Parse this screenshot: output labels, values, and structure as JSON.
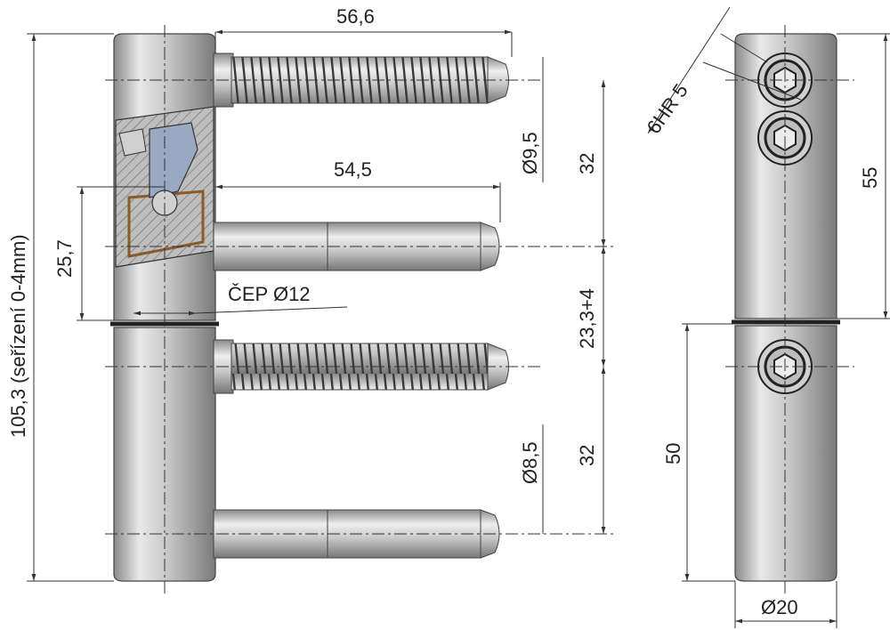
{
  "dimensions": {
    "top_pin_length": "56,6",
    "second_pin_length": "54,5",
    "pin_diameter_upper": "Ø9,5",
    "pin_spacing_upper": "32",
    "gap": "23,3+4",
    "pin_diameter_lower": "Ø8,5",
    "pin_spacing_lower": "32",
    "total_height": "105,3 (seřízení 0-4mm)",
    "offset_height": "25,7",
    "cep_label": "ČEP Ø12",
    "hex_size": "6HR 5",
    "upper_body_height": "55",
    "lower_body_height": "50",
    "barrel_diameter": "Ø20"
  },
  "colors": {
    "metal_light": "#e4e4e4",
    "metal_mid": "#b9b9b9",
    "metal_dark": "#7d7d7d",
    "section_blue": "#9aa9c2",
    "bushing": "#8b5a2b"
  }
}
